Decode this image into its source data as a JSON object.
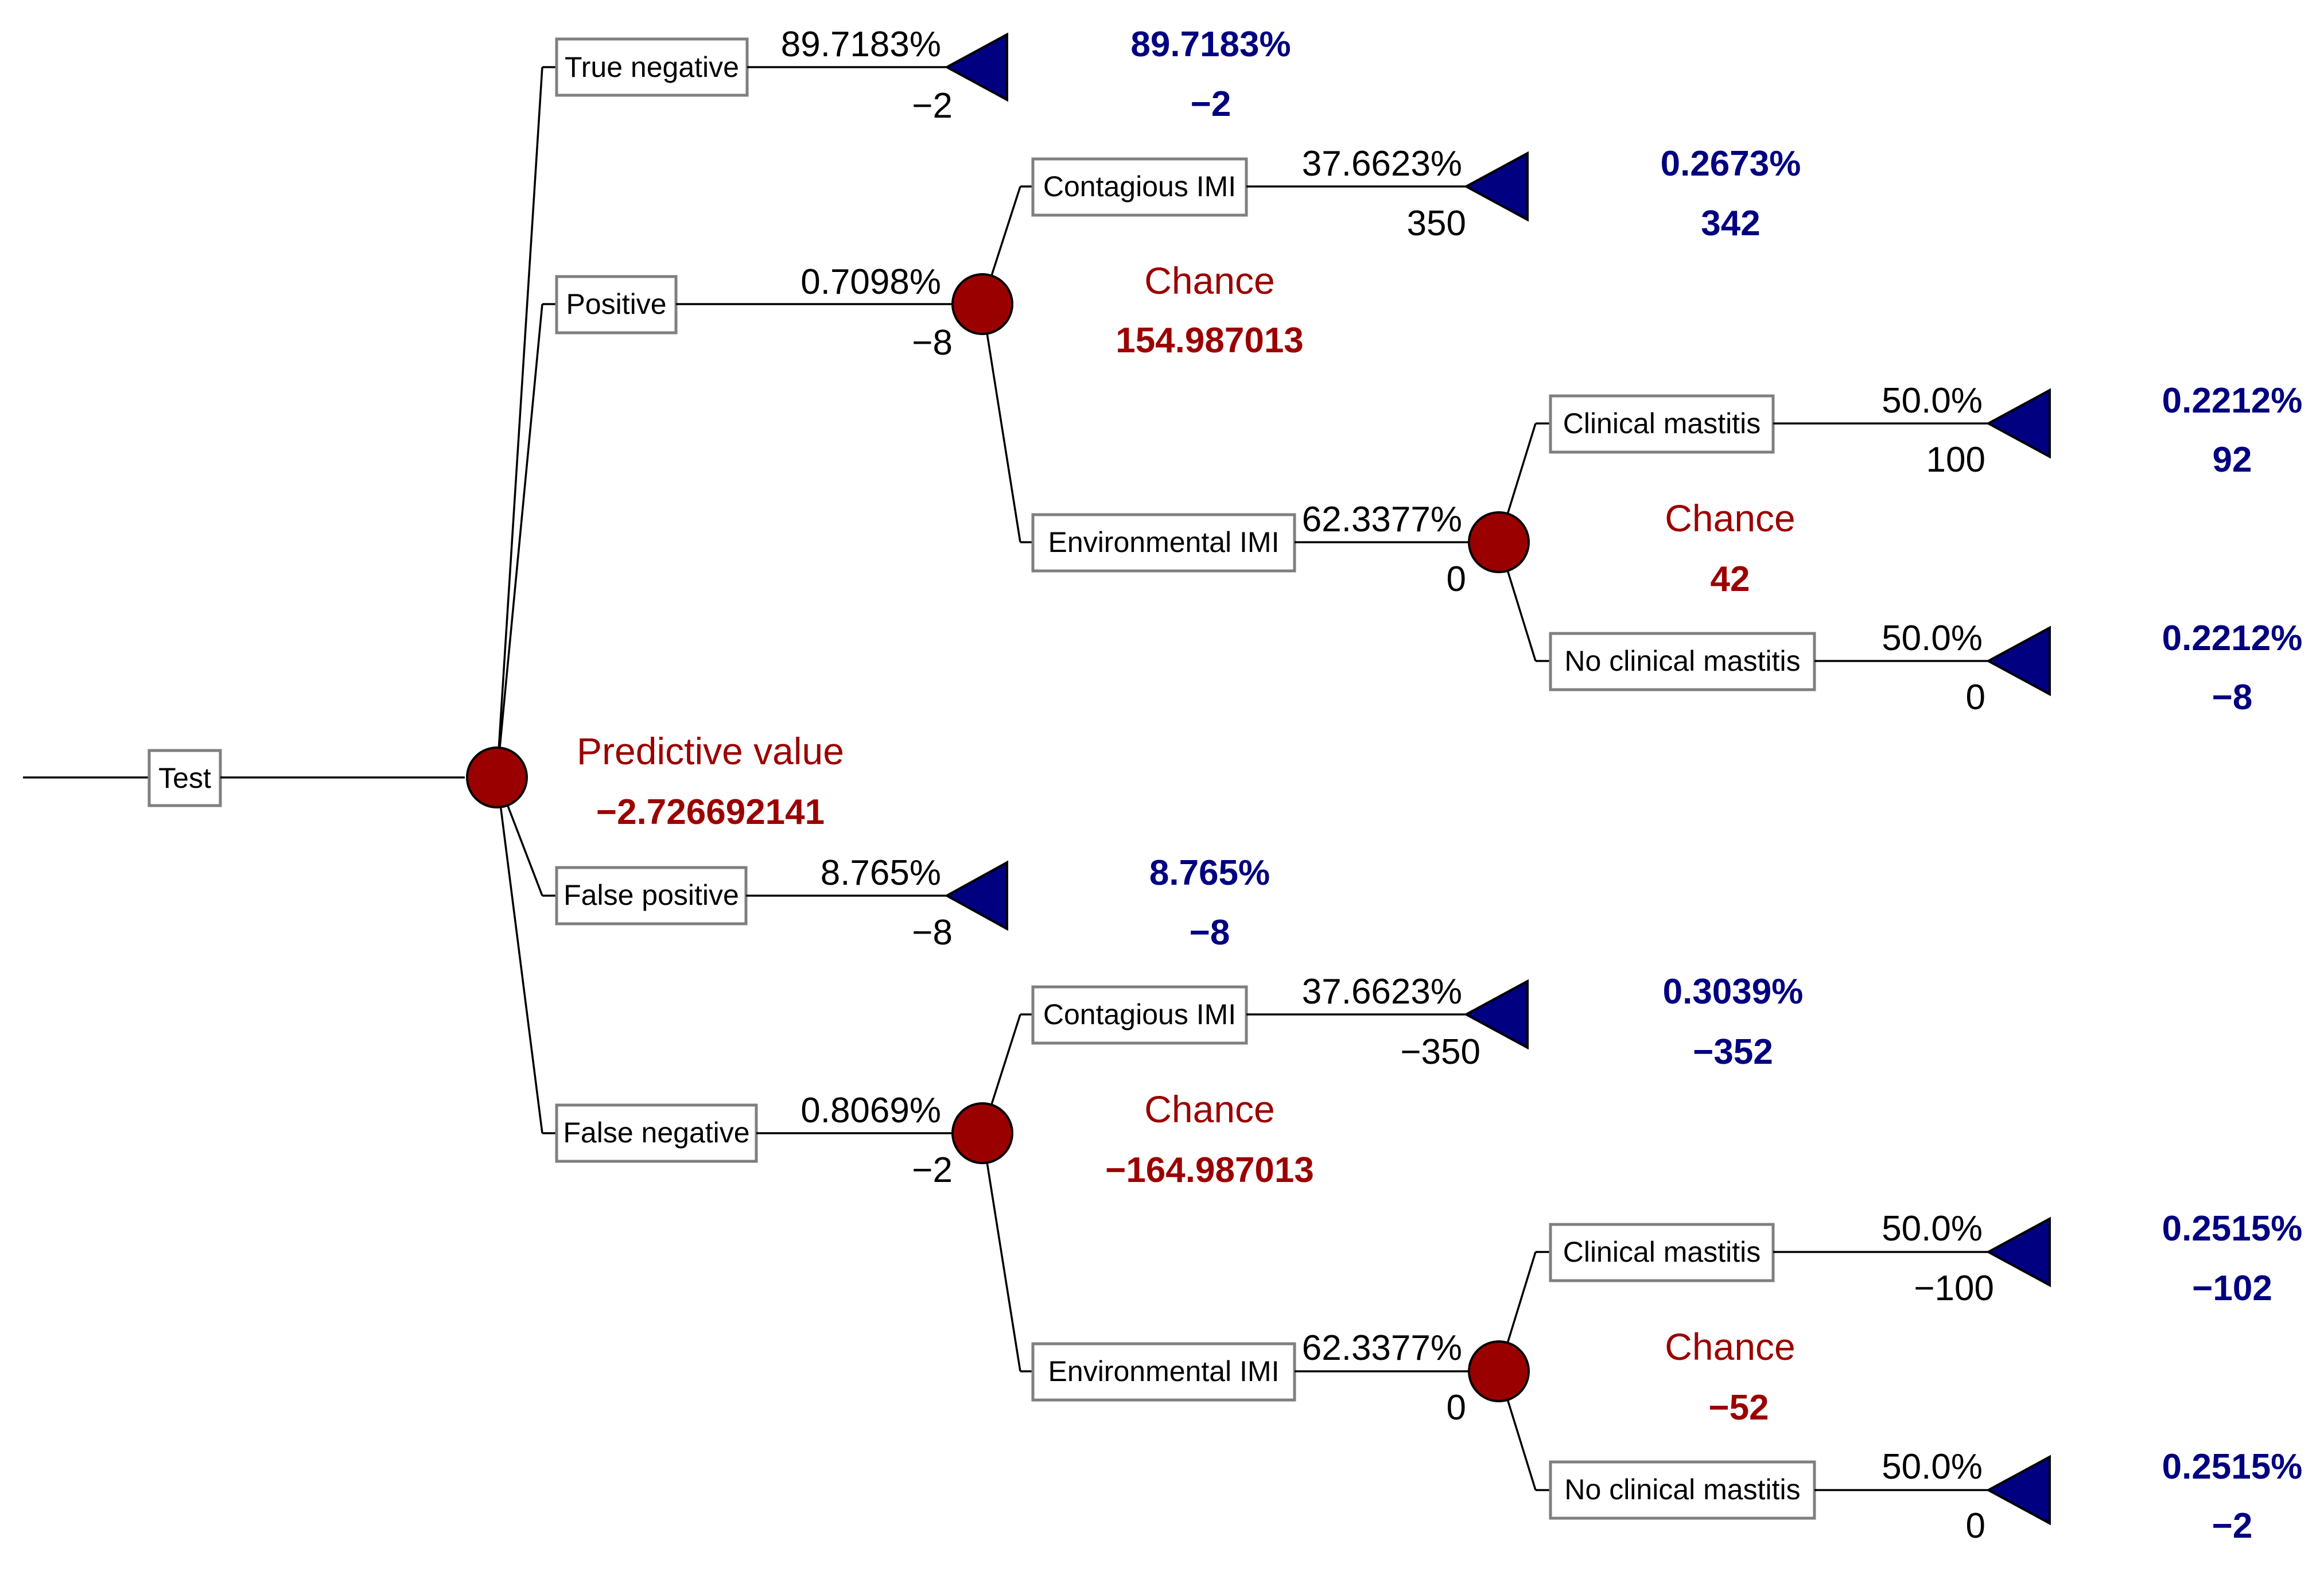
{
  "colors": {
    "chance_node": "#9b0000",
    "terminal_node": "#000080",
    "label_border": "#7f7f7f"
  },
  "root": {
    "label": "Test"
  },
  "root_chance": {
    "name": "Predictive value",
    "value": "−2.726692141"
  },
  "branches": {
    "true_negative": {
      "label": "True negative",
      "prob": "89.7183%",
      "payoff": "−2",
      "result_prob": "89.7183%",
      "result_value": "−2"
    },
    "positive": {
      "label": "Positive",
      "prob": "0.7098%",
      "payoff": "−8",
      "chance_name": "Chance",
      "chance_value": "154.987013",
      "contagious": {
        "label": "Contagious IMI",
        "prob": "37.6623%",
        "payoff": "350",
        "result_prob": "0.2673%",
        "result_value": "342"
      },
      "environmental": {
        "label": "Environmental IMI",
        "prob": "62.3377%",
        "payoff": "0",
        "chance_name": "Chance",
        "chance_value": "42",
        "clinical": {
          "label": "Clinical mastitis",
          "prob": "50.0%",
          "payoff": "100",
          "result_prob": "0.2212%",
          "result_value": "92"
        },
        "no_clinical": {
          "label": "No clinical mastitis",
          "prob": "50.0%",
          "payoff": "0",
          "result_prob": "0.2212%",
          "result_value": "−8"
        }
      }
    },
    "false_positive": {
      "label": "False positive",
      "prob": "8.765%",
      "payoff": "−8",
      "result_prob": "8.765%",
      "result_value": "−8"
    },
    "false_negative": {
      "label": "False negative",
      "prob": "0.8069%",
      "payoff": "−2",
      "chance_name": "Chance",
      "chance_value": "−164.987013",
      "contagious": {
        "label": "Contagious IMI",
        "prob": "37.6623%",
        "payoff": "−350",
        "result_prob": "0.3039%",
        "result_value": "−352"
      },
      "environmental": {
        "label": "Environmental IMI",
        "prob": "62.3377%",
        "payoff": "0",
        "chance_name": "Chance",
        "chance_value": "−52",
        "clinical": {
          "label": "Clinical mastitis",
          "prob": "50.0%",
          "payoff": "−100",
          "result_prob": "0.2515%",
          "result_value": "−102"
        },
        "no_clinical": {
          "label": "No clinical mastitis",
          "prob": "50.0%",
          "payoff": "0",
          "result_prob": "0.2515%",
          "result_value": "−2"
        }
      }
    }
  }
}
